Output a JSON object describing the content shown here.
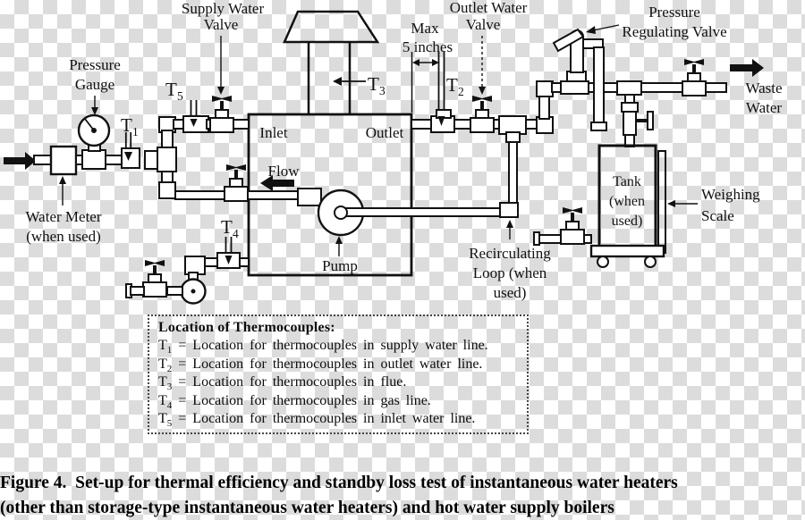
{
  "colors": {
    "line": "#111111",
    "checker": "#dcdcdc",
    "background": "#ffffff"
  },
  "diagram": {
    "labels": {
      "supply_valve_line1": "Supply Water",
      "supply_valve_line2": "Valve",
      "pressure_gauge_line1": "Pressure",
      "pressure_gauge_line2": "Gauge",
      "water_meter_line1": "Water Meter",
      "water_meter_line2": "(when used)",
      "outlet_valve_line1": "Outlet Water",
      "outlet_valve_line2": "Valve",
      "max_line1": "Max",
      "max_line2": "5 inches",
      "prv_line1": "Pressure",
      "prv_line2": "Regulating Valve",
      "waste_line1": "Waste",
      "waste_line2": "Water",
      "inlet": "Inlet",
      "outlet": "Outlet",
      "flow": "Flow",
      "pump": "Pump",
      "tank_line1": "Tank",
      "tank_line2": "(when",
      "tank_line3": "used)",
      "weighing_line1": "Weighing",
      "weighing_line2": "Scale",
      "recirc_line1": "Recirculating",
      "recirc_line2": "Loop (when",
      "recirc_line3": "used)"
    },
    "thermocouples": {
      "t1": {
        "prefix": "T",
        "sub": "1"
      },
      "t2": {
        "prefix": "T",
        "sub": "2"
      },
      "t3": {
        "prefix": "T",
        "sub": "3"
      },
      "t4": {
        "prefix": "T",
        "sub": "4"
      },
      "t5": {
        "prefix": "T",
        "sub": "5"
      }
    }
  },
  "legend": {
    "title": "Location of Thermocouples:",
    "items": [
      {
        "prefix": "T",
        "sub": "1",
        "text": "= Location for thermocouples in supply water line."
      },
      {
        "prefix": "T",
        "sub": "2",
        "text": "= Location for thermocouples in outlet water line."
      },
      {
        "prefix": "T",
        "sub": "3",
        "text": "= Location for thermocouples in flue."
      },
      {
        "prefix": "T",
        "sub": "4",
        "text": "= Location for thermocouples in gas line."
      },
      {
        "prefix": "T",
        "sub": "5",
        "text": "= Location for thermocouples in inlet water line."
      }
    ]
  },
  "caption": {
    "line1": "Figure 4.  Set-up for thermal efficiency and standby loss test of instantaneous water heaters",
    "line2": "(other than storage-type instantaneous water heaters) and hot water supply boilers"
  }
}
